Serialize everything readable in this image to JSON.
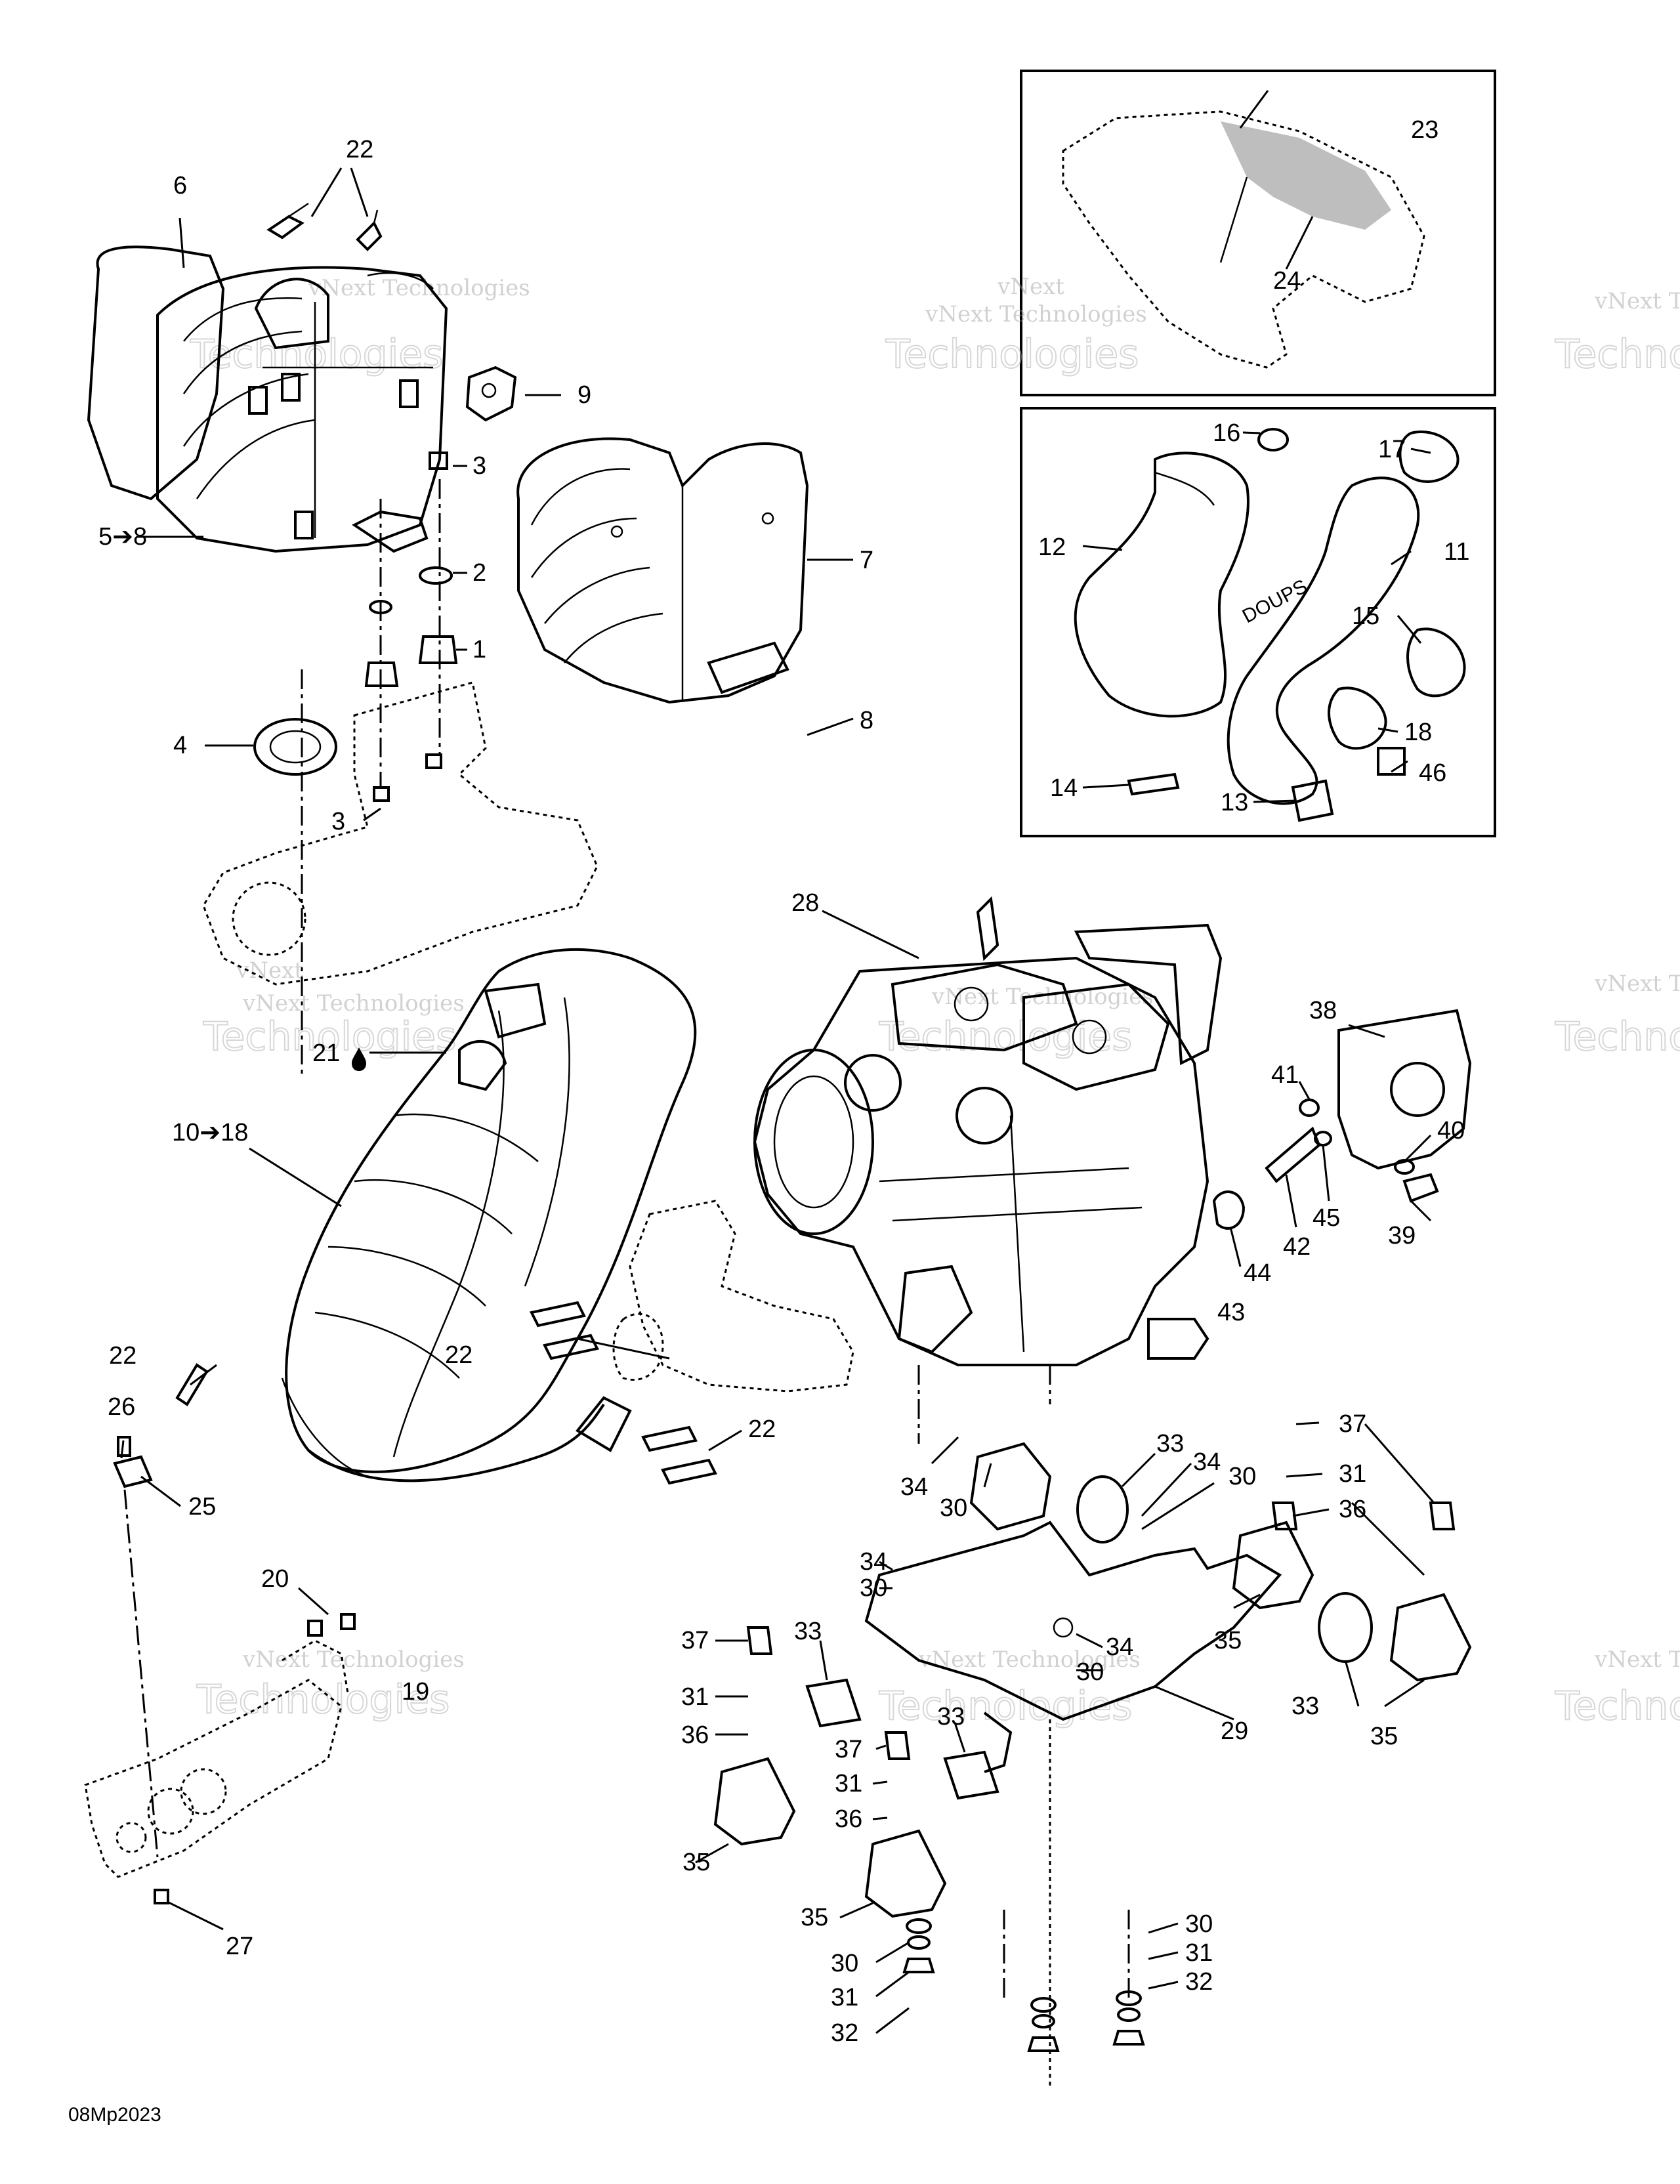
{
  "drawing_ref": "08Mp2023",
  "watermark": {
    "line1": "vNext",
    "line2": "Technologies",
    "full": "vNext Technologies"
  },
  "callouts": {
    "c1": "1",
    "c2": "2",
    "c3a": "3",
    "c3b": "3",
    "c4": "4",
    "c5to8": "5➔8",
    "c6": "6",
    "c7": "7",
    "c8": "8",
    "c9": "9",
    "c10to18": "10➔18",
    "c11": "11",
    "c12": "12",
    "c13": "13",
    "c14": "14",
    "c15": "15",
    "c16": "16",
    "c17": "17",
    "c18": "18",
    "c19": "19",
    "c20": "20",
    "c21": "21",
    "c22a": "22",
    "c22b": "22",
    "c22c": "22",
    "c22d": "22",
    "c23": "23",
    "c24": "24",
    "c25": "25",
    "c26": "26",
    "c27": "27",
    "c28": "28",
    "c29": "29",
    "c30a": "30",
    "c30b": "30",
    "c30c": "30",
    "c30d": "30",
    "c30e": "30",
    "c30f": "30",
    "c31a": "31",
    "c31b": "31",
    "c31c": "31",
    "c31d": "31",
    "c31e": "31",
    "c32a": "32",
    "c32b": "32",
    "c33a": "33",
    "c33b": "33",
    "c33c": "33",
    "c33d": "33",
    "c34a": "34",
    "c34b": "34",
    "c34c": "34",
    "c34d": "34",
    "c35a": "35",
    "c35b": "35",
    "c35c": "35",
    "c35d": "35",
    "c36a": "36",
    "c36b": "36",
    "c36c": "36",
    "c37a": "37",
    "c37b": "37",
    "c37c": "37",
    "c38": "38",
    "c39": "39",
    "c40": "40",
    "c41": "41",
    "c42": "42",
    "c43": "43",
    "c44": "44",
    "c45": "45",
    "c46": "46"
  },
  "pipe_marking": "DOUPS"
}
